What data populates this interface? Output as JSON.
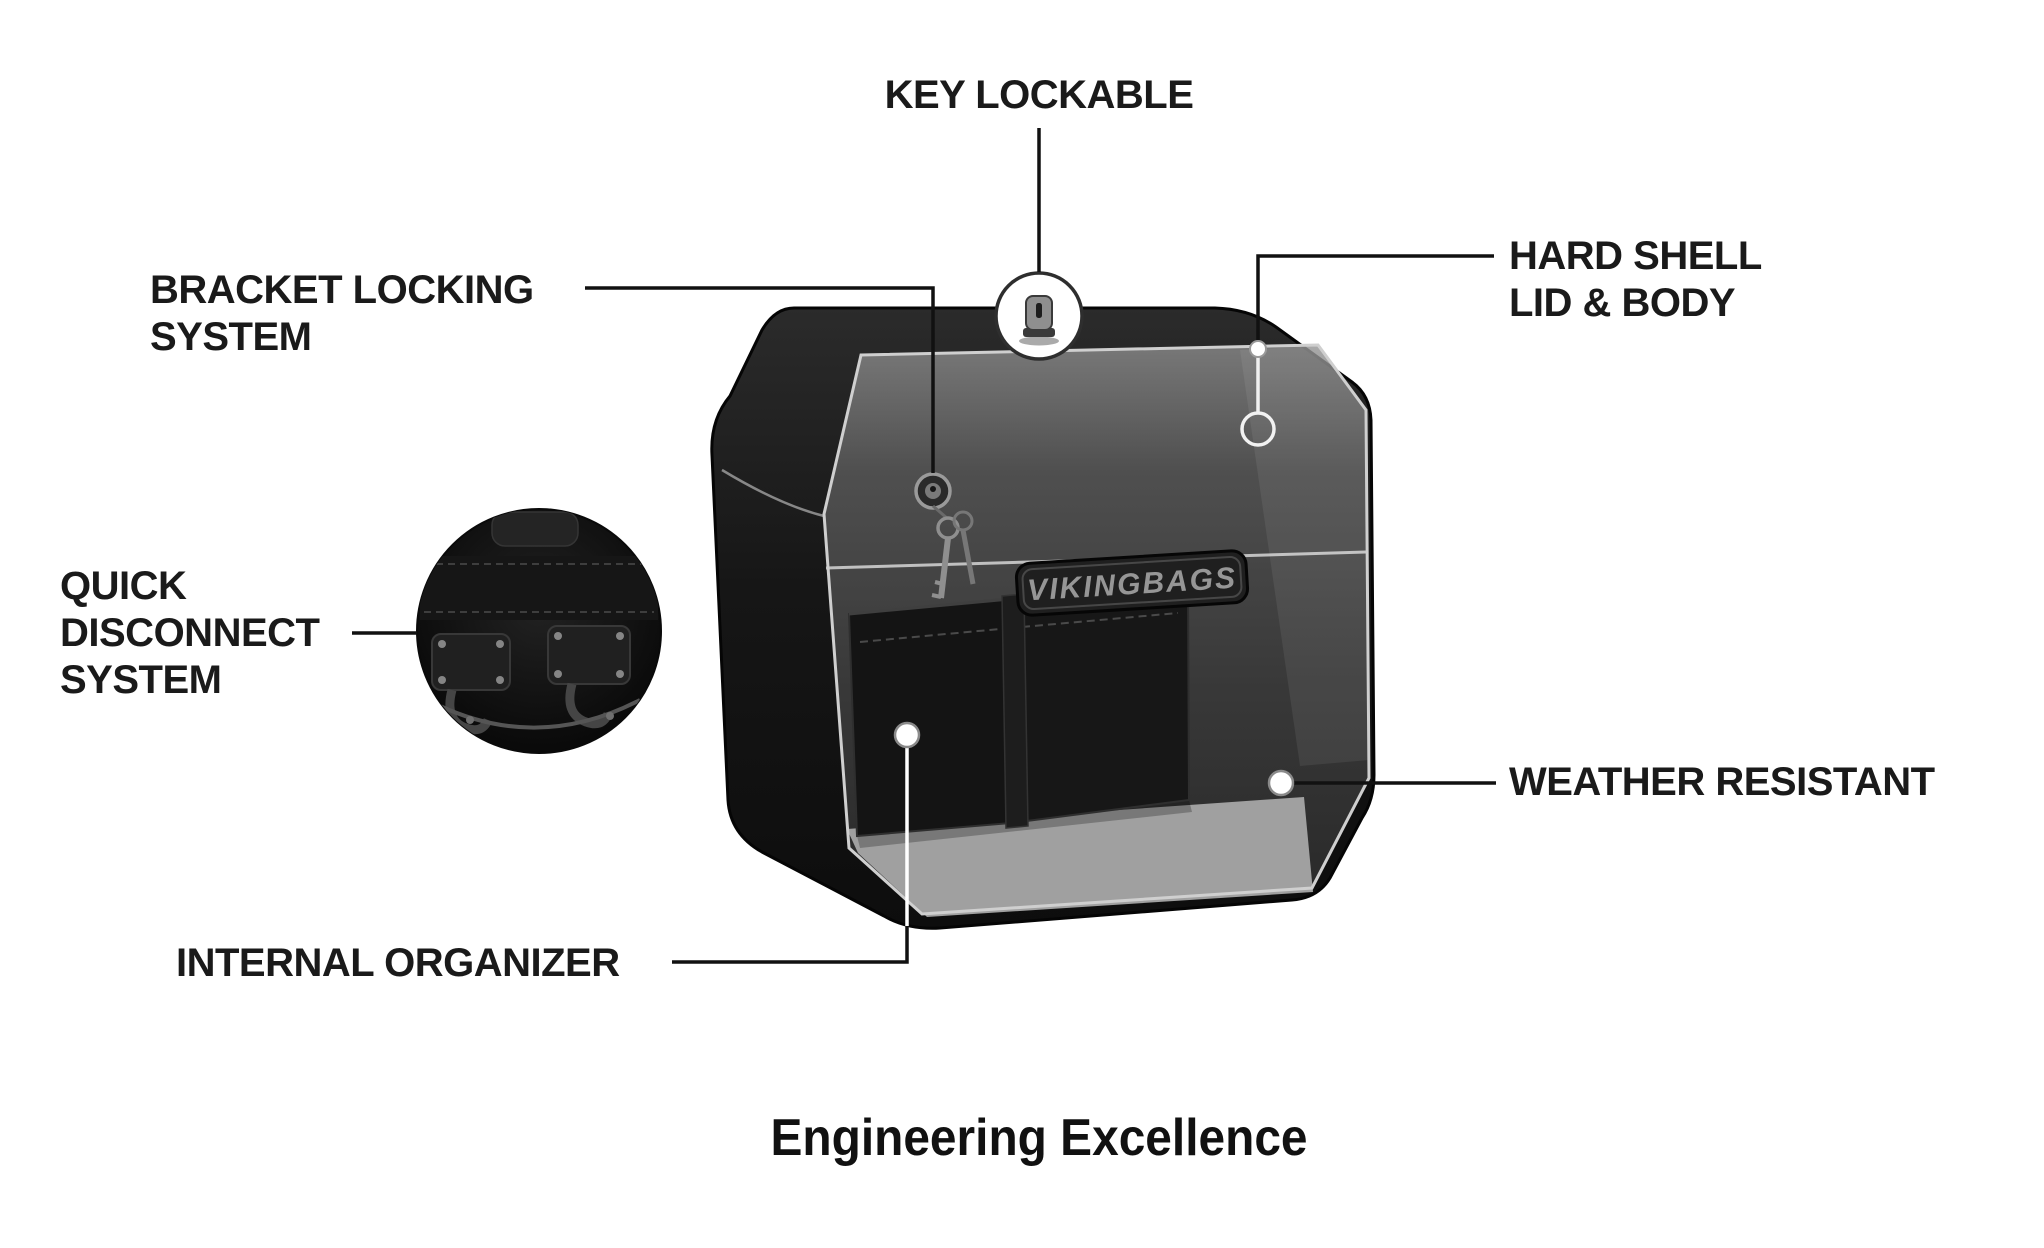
{
  "page": {
    "background_color": "#ffffff",
    "text_color": "#1a1a1a",
    "line_color": "#111111"
  },
  "illustration": {
    "badge_text": "VIKINGBAGS",
    "colors": {
      "bag_body": "#181818",
      "window_outline": "#cfcfcf",
      "floor": "#a0a0a0",
      "pocket": "#141414"
    }
  },
  "callouts": {
    "key_lockable": {
      "label": "KEY LOCKABLE"
    },
    "bracket_locking_system": {
      "line1": "BRACKET LOCKING",
      "line2": "SYSTEM"
    },
    "hard_shell_lid_body": {
      "line1": "HARD SHELL",
      "line2": "LID & BODY"
    },
    "quick_disconnect_system": {
      "line1": "QUICK",
      "line2": "DISCONNECT",
      "line3": "SYSTEM"
    },
    "weather_resistant": {
      "label": "WEATHER RESISTANT"
    },
    "internal_organizer": {
      "label": "INTERNAL ORGANIZER"
    }
  },
  "footer": {
    "title": "Engineering Excellence"
  }
}
